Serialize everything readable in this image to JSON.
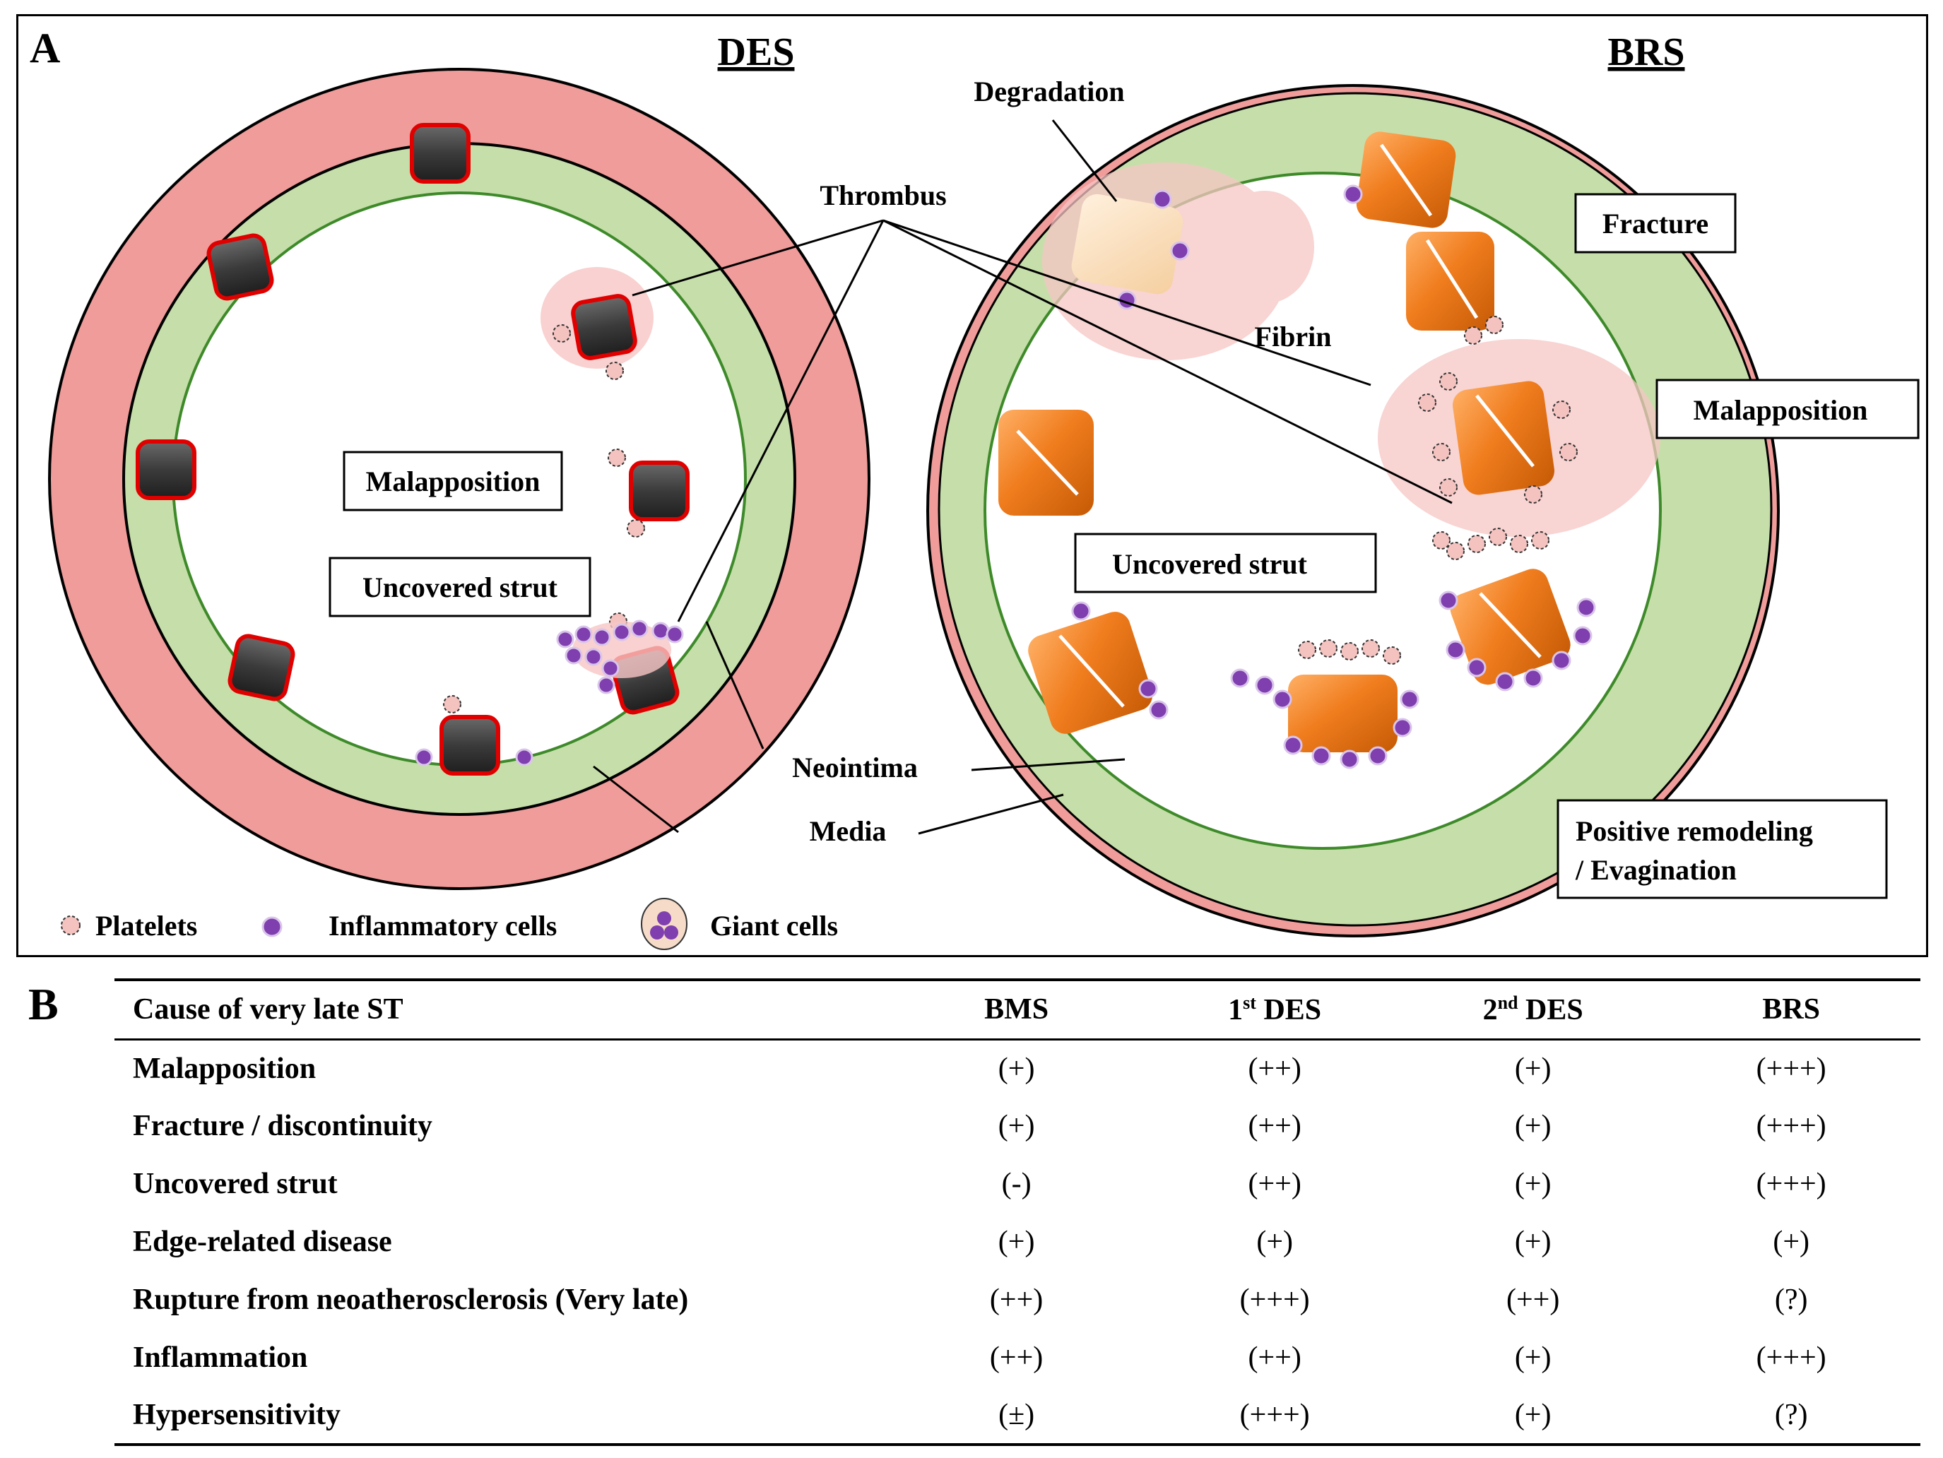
{
  "panel_a": {
    "letter": "A",
    "des_title": "DES",
    "brs_title": "BRS",
    "labels": {
      "thrombus": "Thrombus",
      "degradation": "Degradation",
      "fracture": "Fracture",
      "fibrin": "Fibrin",
      "malapposition_des": "Malapposition",
      "uncovered_strut_des": "Uncovered strut",
      "malapposition_brs": "Malapposition",
      "uncovered_strut_brs": "Uncovered strut",
      "neointima": "Neointima",
      "media": "Media",
      "positive_remodeling_line1": "Positive remodeling",
      "positive_remodeling_line2": "/ Evagination"
    },
    "legend": {
      "platelets": "Platelets",
      "inflammatory": "Inflammatory cells",
      "giant": "Giant cells"
    },
    "colors": {
      "media": "#f09c9a",
      "neointima": "#c6dfaa",
      "metal_strut": "#3d3d3d",
      "strut_border": "#e00000",
      "brs_strut": "#f07d1e",
      "inflammatory_cell": "#7f3fae",
      "platelet": "#f4c3c0",
      "thrombus": "#f6c6c4"
    }
  },
  "panel_b": {
    "letter": "B",
    "header": {
      "cause": "Cause of very late ST",
      "bms": "BMS",
      "des1_num": "1",
      "des1_sup": "st",
      "des1_rest": " DES",
      "des2_num": "2",
      "des2_sup": "nd",
      "des2_rest": " DES",
      "brs": "BRS"
    },
    "rows": [
      {
        "cause": "Malapposition",
        "bms": "(+)",
        "des1": "(++)",
        "des2": "(+)",
        "brs": "(+++)"
      },
      {
        "cause": "Fracture / discontinuity",
        "bms": "(+)",
        "des1": "(++)",
        "des2": "(+)",
        "brs": "(+++)"
      },
      {
        "cause": "Uncovered strut",
        "bms": "(-)",
        "des1": "(++)",
        "des2": "(+)",
        "brs": "(+++)"
      },
      {
        "cause": "Edge-related disease",
        "bms": "(+)",
        "des1": "(+)",
        "des2": "(+)",
        "brs": "(+)"
      },
      {
        "cause": "Rupture from neoatherosclerosis (Very late)",
        "bms": "(++)",
        "des1": "(+++)",
        "des2": "(++)",
        "brs": "(?)"
      },
      {
        "cause": "Inflammation",
        "bms": "(++)",
        "des1": "(++)",
        "des2": "(+)",
        "brs": "(+++)"
      },
      {
        "cause": "Hypersensitivity",
        "bms": "(±)",
        "des1": "(+++)",
        "des2": "(+)",
        "brs": "(?)"
      }
    ]
  }
}
